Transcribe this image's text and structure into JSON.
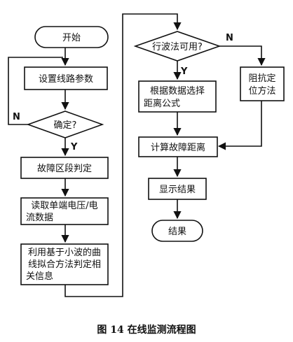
{
  "nodes": {
    "start": "开始",
    "set_params": "设置线路参数",
    "confirm": "确定?",
    "fault_section": "故障区段判定",
    "read_data_1": "读取单端电压/电",
    "read_data_2": "流数据",
    "wavelet_1": "利用基于小波的曲",
    "wavelet_2": "线拟合方法判定相",
    "wavelet_3": "关信息",
    "traveling_q": "行波法可用?",
    "select_1": "根据数据选择",
    "select_2": "距离公式",
    "impedance_1": "阻抗定",
    "impedance_2": "位方法",
    "calc": "计算故障距离",
    "show": "显示结果",
    "end": "结果"
  },
  "labels": {
    "confirm_no": "N",
    "confirm_yes": "Y",
    "traveling_no": "N",
    "traveling_yes": "Y"
  },
  "caption": "图 14  在线监测流程图"
}
